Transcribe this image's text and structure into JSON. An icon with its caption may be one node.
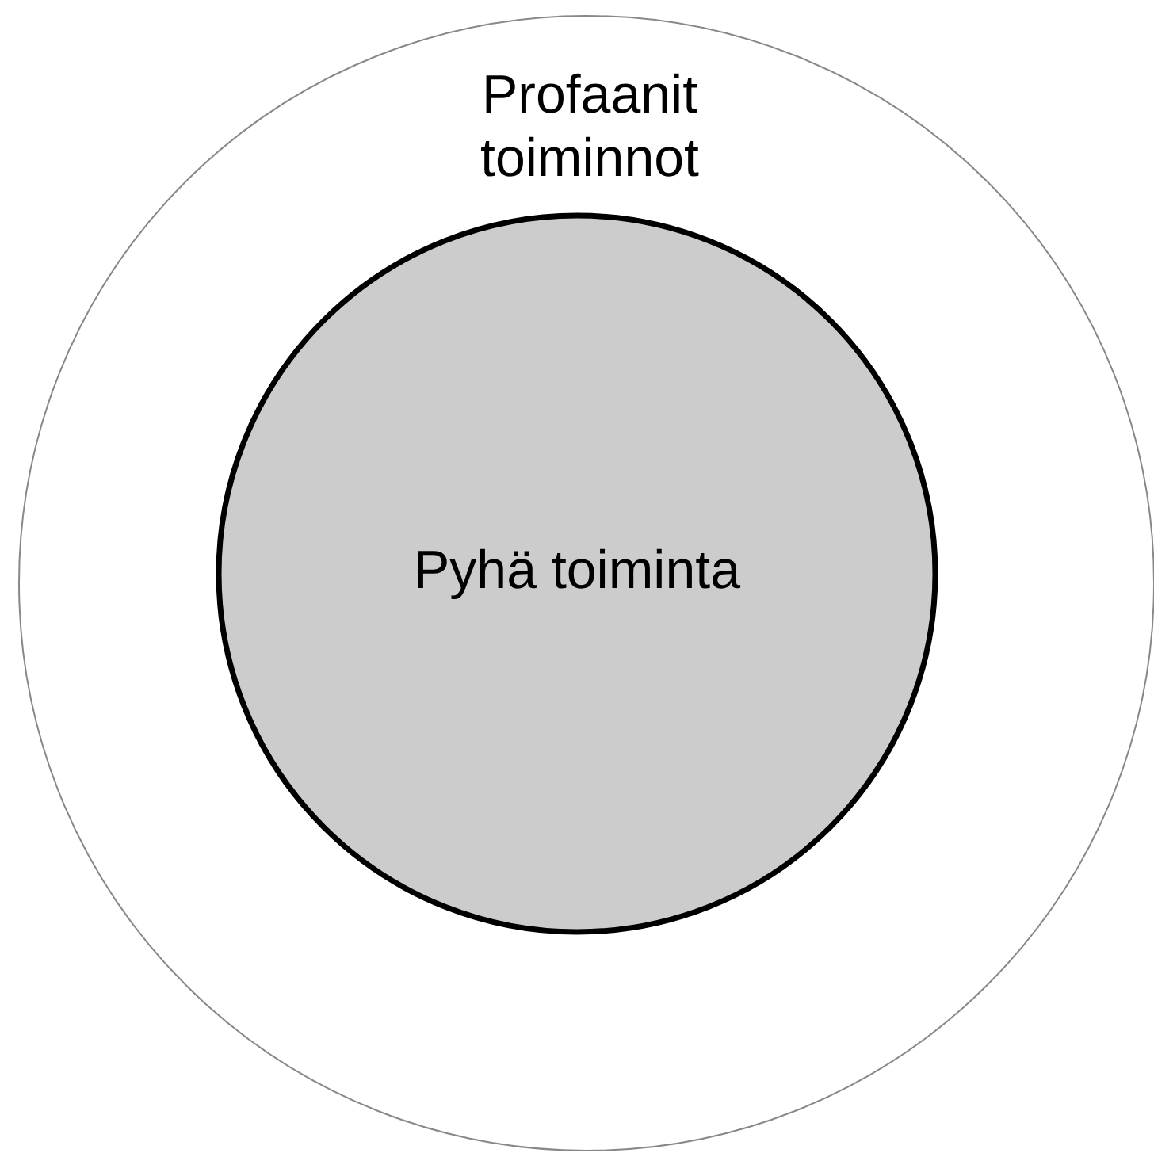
{
  "diagram": {
    "nodes": [
      {
        "text": [
          "Profaanit toiminnot"
        ]
      },
      {
        "text": [
          "Pyhä toiminta"
        ],
        "in": 0
      }
    ]
  }
}
